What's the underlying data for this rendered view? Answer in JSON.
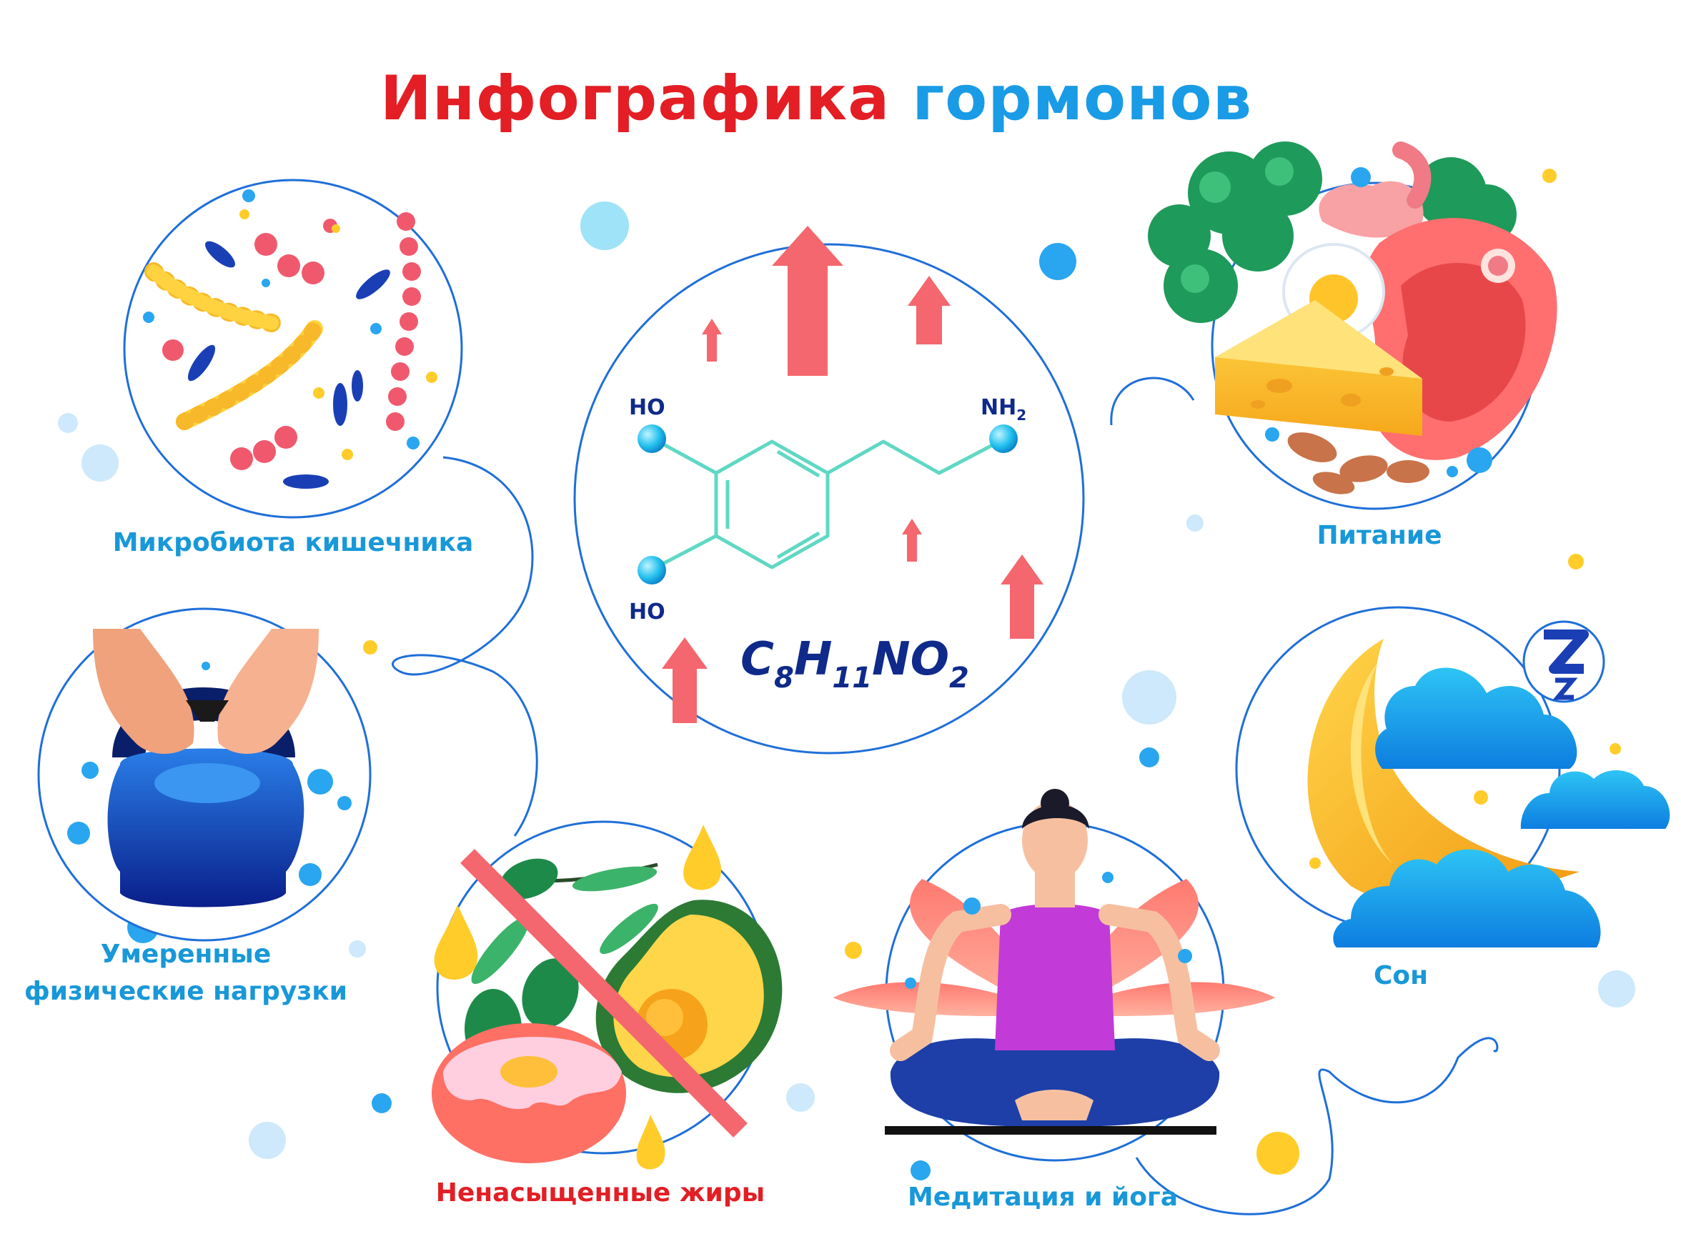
{
  "title": {
    "part1": "Инфографика",
    "part2": "гормонов"
  },
  "molecule": {
    "group_top_left": "HO",
    "group_bottom_left": "HO",
    "group_amine": "NH",
    "group_amine_sub": "2",
    "formula": [
      "C",
      "8",
      "H",
      "11",
      "NO",
      "2"
    ]
  },
  "factors": [
    {
      "label": "Микробиота кишечника",
      "icon": "bacteria-icon"
    },
    {
      "label": "Питание",
      "icon": "food-icon"
    },
    {
      "label_line1": "Умеренные",
      "label_line2": "физические нагрузки",
      "icon": "kettlebell-icon"
    },
    {
      "label": "Сон",
      "icon": "moon-clouds-icon"
    },
    {
      "label": "Ненасыщенные жиры",
      "icon": "avocado-olives-icon"
    },
    {
      "label": "Медитация и йога",
      "icon": "yoga-woman-icon"
    }
  ],
  "colors": {
    "title_red": "#e31e24",
    "title_blue": "#1a9be6",
    "label_blue": "#1898d8",
    "label_red": "#e31e24",
    "circle_stroke": "#1e6fd9",
    "arrow": "#f4676e",
    "bond": "#5fd8c4",
    "atom": "#1ab3e8",
    "formula": "#0f2a8a"
  }
}
